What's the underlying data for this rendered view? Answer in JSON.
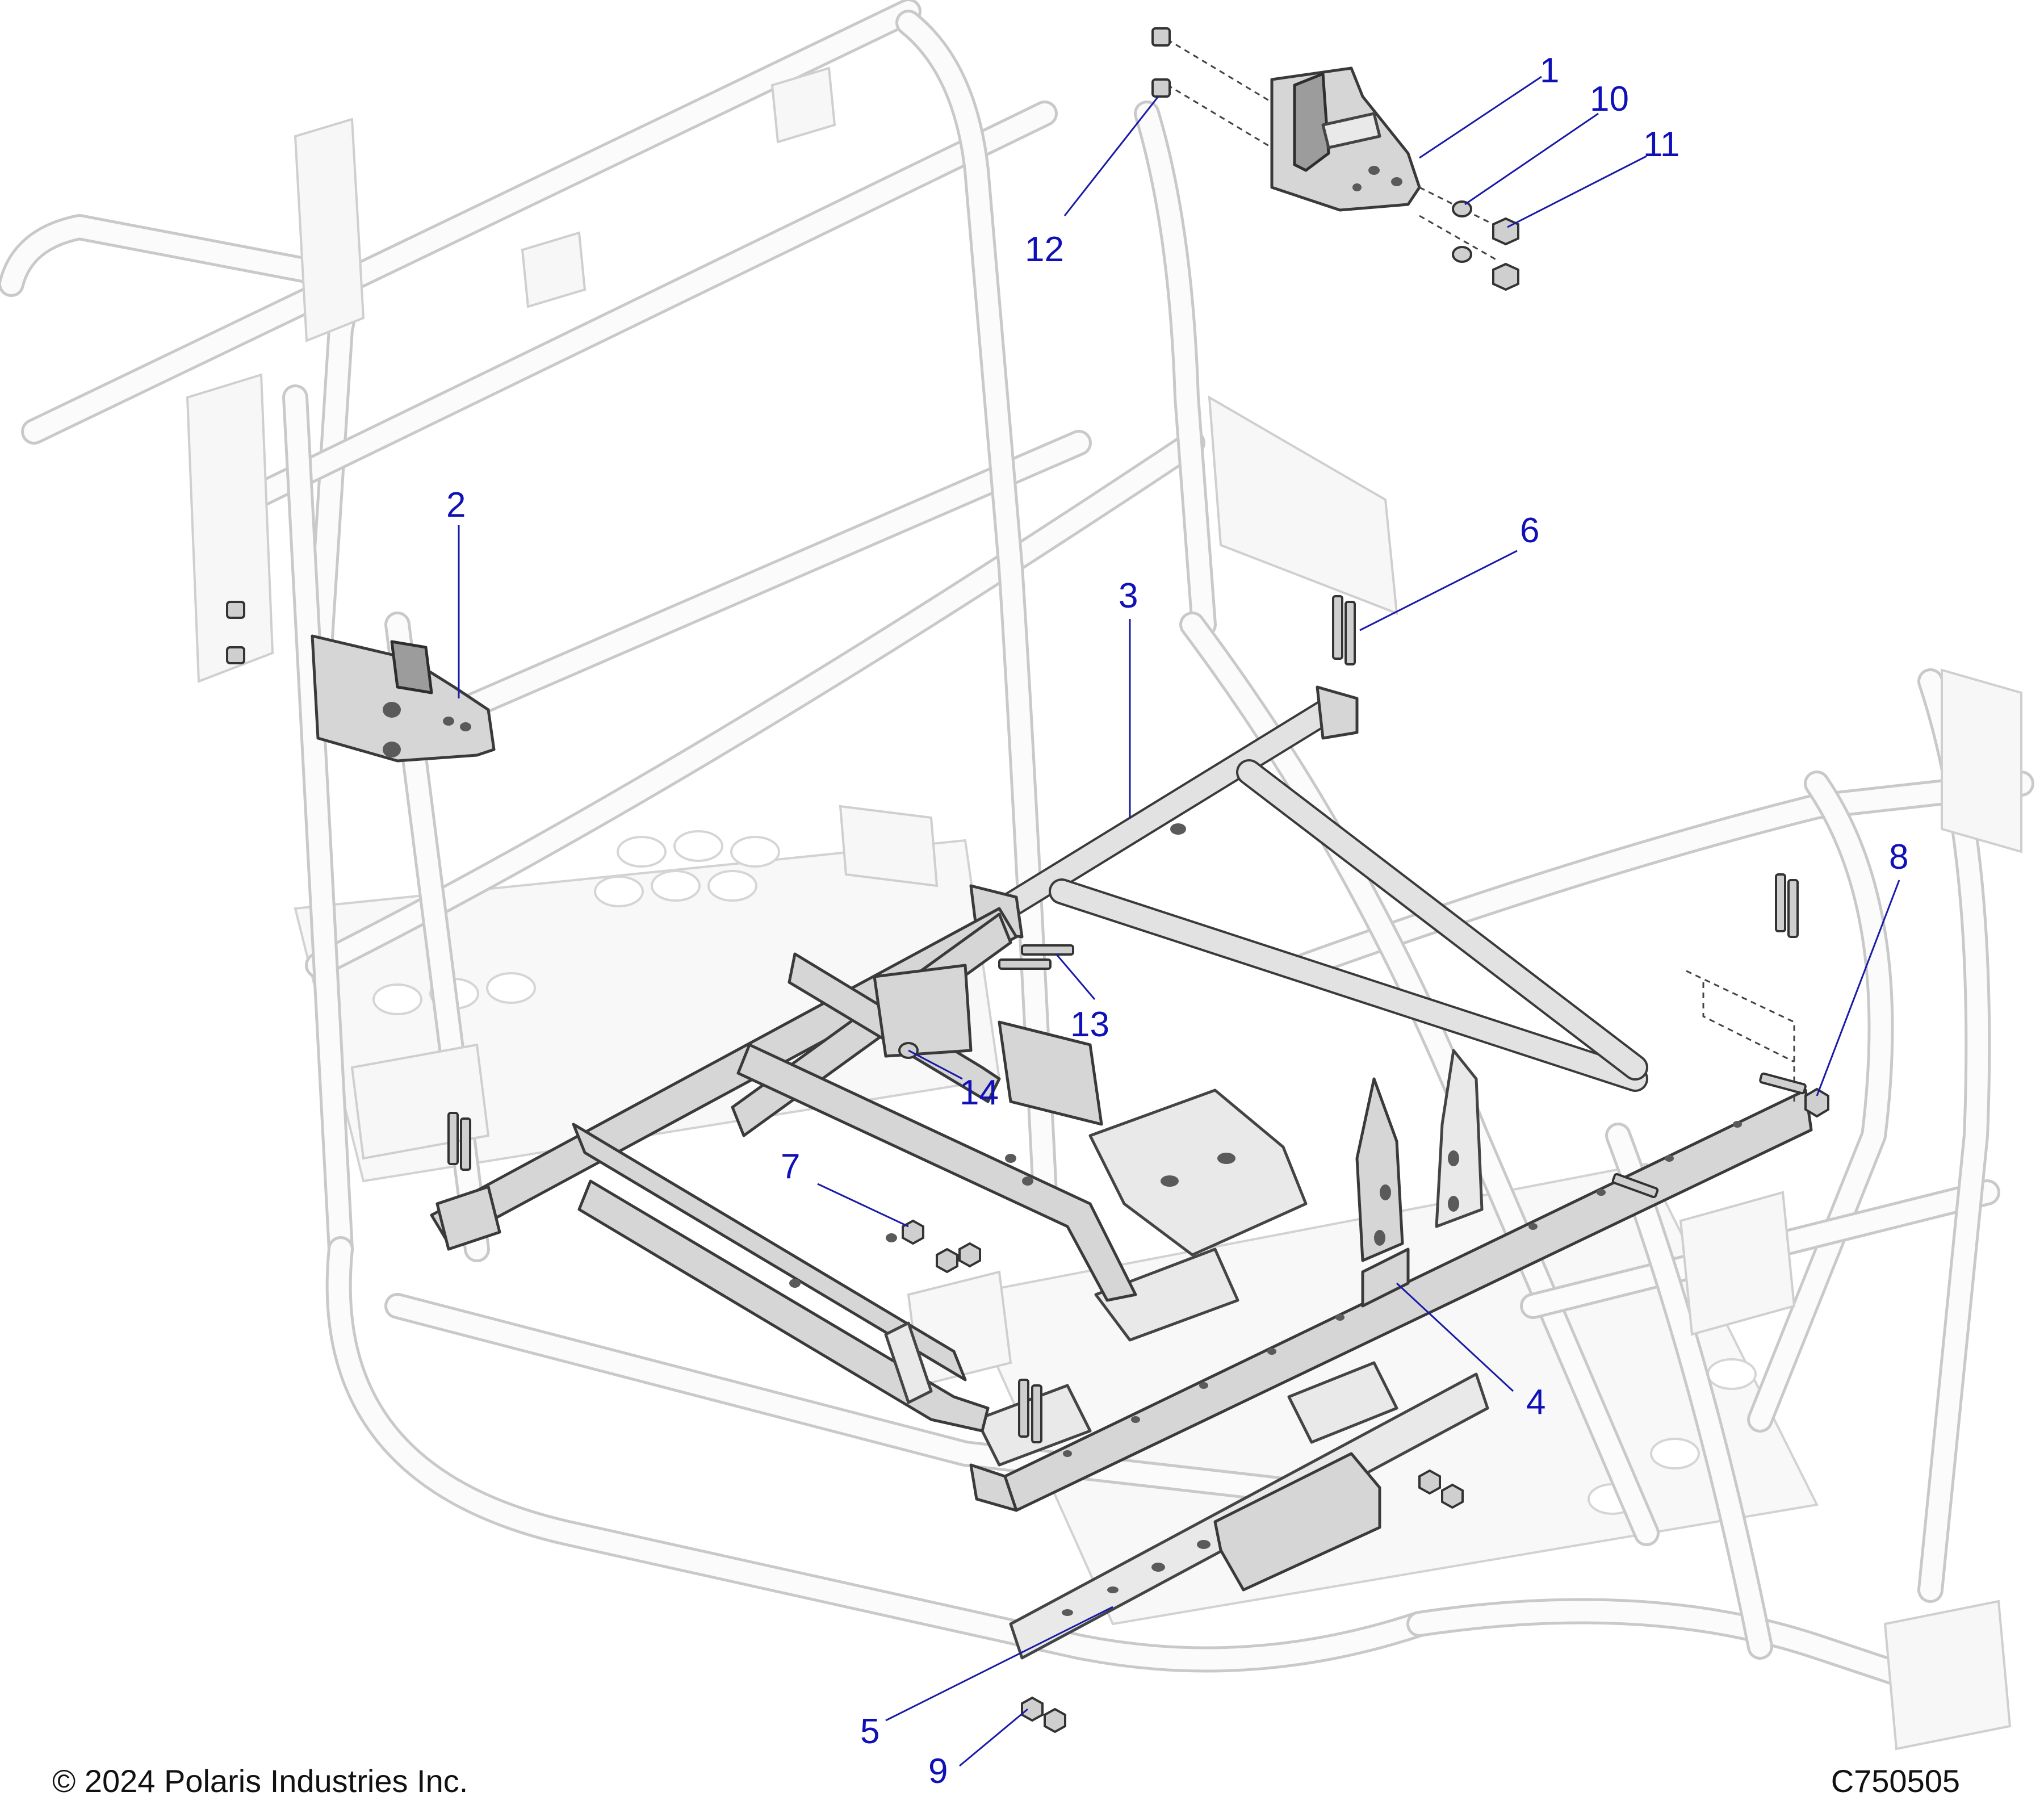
{
  "callouts": [
    {
      "id": "1",
      "label": "1"
    },
    {
      "id": "2",
      "label": "2"
    },
    {
      "id": "3",
      "label": "3"
    },
    {
      "id": "4",
      "label": "4"
    },
    {
      "id": "5",
      "label": "5"
    },
    {
      "id": "6",
      "label": "6"
    },
    {
      "id": "7",
      "label": "7"
    },
    {
      "id": "8",
      "label": "8"
    },
    {
      "id": "9",
      "label": "9"
    },
    {
      "id": "10",
      "label": "10"
    },
    {
      "id": "11",
      "label": "11"
    },
    {
      "id": "12",
      "label": "12"
    },
    {
      "id": "13",
      "label": "13"
    },
    {
      "id": "14",
      "label": "14"
    }
  ],
  "footer": {
    "copyright": "© 2024 Polaris Industries Inc.",
    "drawing_number": "C750505"
  },
  "colors": {
    "callout": "#1010b8",
    "leader": "#1a1aa8",
    "frame": "#c9c9c9",
    "part": "#d6d6d6"
  }
}
